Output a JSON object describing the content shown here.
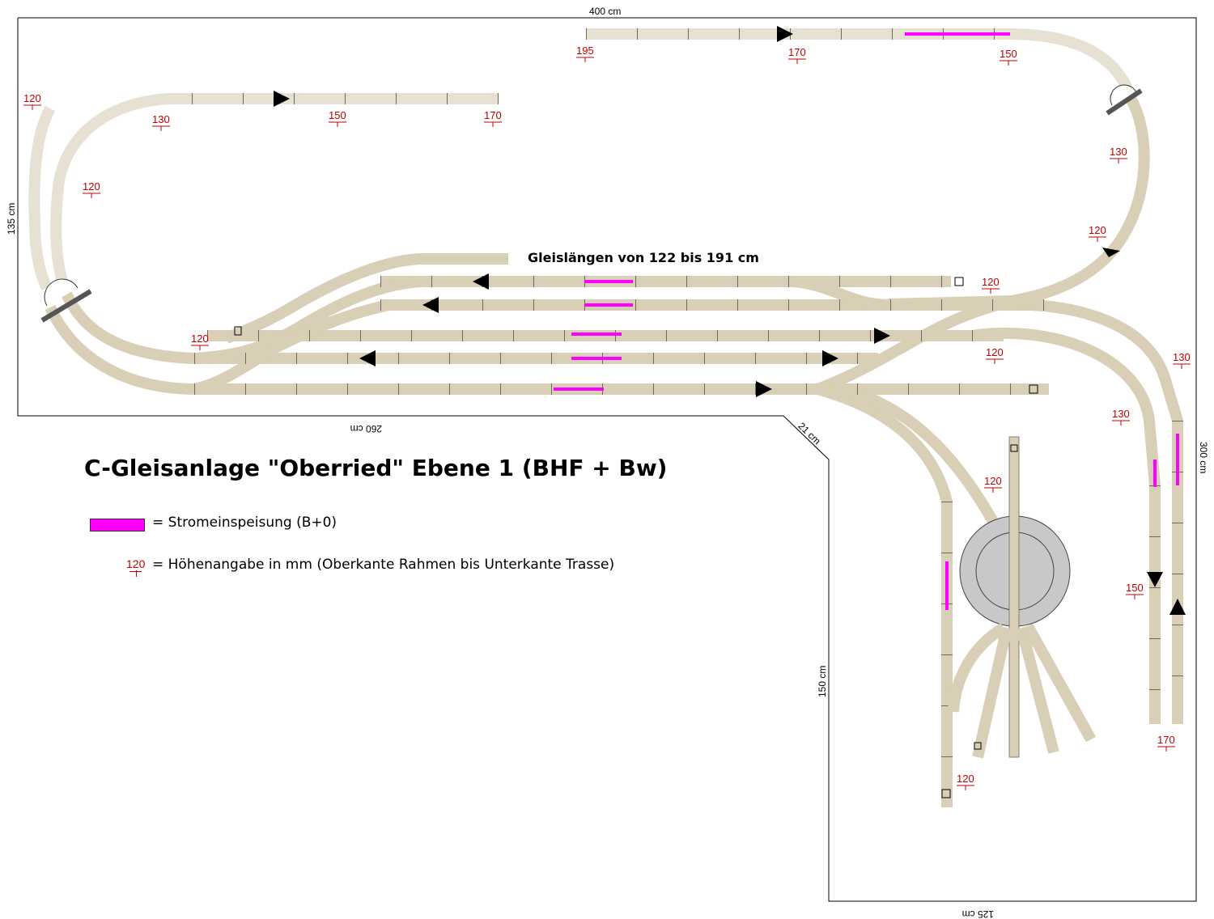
{
  "title": "C-Gleisanlage \"Oberried\" Ebene 1 (BHF + Bw)",
  "subtitle": "Gleislängen von 122 bis 191 cm",
  "dimensions": {
    "top": "400 cm",
    "left": "135 cm",
    "bottom_left": "260 cm",
    "diagonal": "21 cm",
    "right": "300 cm",
    "inner_vertical": "150 cm",
    "bottom_right": "125 cm"
  },
  "legend": {
    "feed_label": "= Stromeinspeisung (B+0)",
    "height_sample": "120",
    "height_label": "= Höhenangabe in mm (Oberkante Rahmen bis Unterkante Trasse)"
  },
  "height_marks": [
    "195",
    "170",
    "150",
    "120",
    "130",
    "150",
    "170",
    "120",
    "130",
    "120",
    "120",
    "120",
    "120",
    "130",
    "130",
    "120",
    "150",
    "170",
    "120"
  ],
  "colors": {
    "track": "#d8cfb6",
    "track_upper": "#e6e1d3",
    "feed": "#ff00ff",
    "height_mark": "#c00000",
    "turntable": "#c8c8c8"
  }
}
